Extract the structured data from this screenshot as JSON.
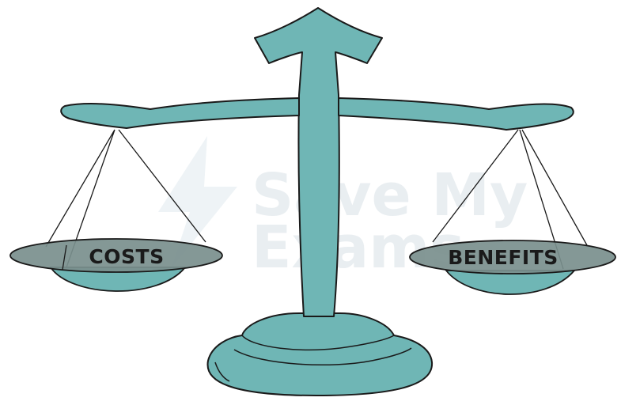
{
  "watermark": {
    "brand_line1": "Save My",
    "brand_line2": "Exams"
  },
  "left_pan": {
    "label": "COSTS"
  },
  "right_pan": {
    "label": "BENEFITS"
  },
  "colors": {
    "teal": "#6FB6B5",
    "pan_rim": "#7A8F8D",
    "outline": "#1a1a1a",
    "watermark": "#E9EEF1"
  }
}
